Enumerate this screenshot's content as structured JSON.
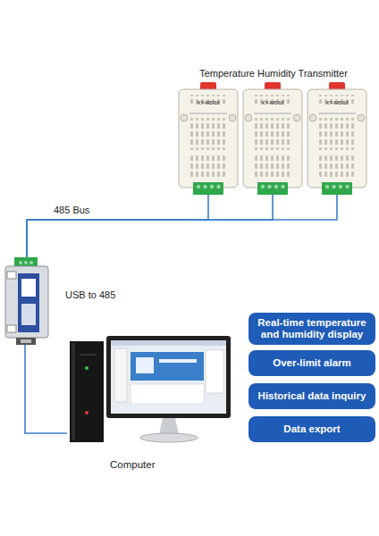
{
  "diagram": {
    "title": "Temperature Humidity Transmitter",
    "nodes": [
      {
        "text": [
          "XY-MD02"
        ]
      },
      {
        "text": [
          "XY-MD02"
        ]
      },
      {
        "text": [
          "XY-MD02"
        ]
      },
      {
        "text": [
          "USB to 485"
        ]
      },
      {
        "text": [
          "Computer"
        ]
      },
      {
        "text": [
          "Real-time temperature and humidity display"
        ]
      },
      {
        "text": [
          "Over-limit alarm"
        ]
      },
      {
        "text": [
          "Historical data inquiry"
        ]
      },
      {
        "text": [
          "Data export"
        ]
      }
    ],
    "edges": [
      {
        "from": 3,
        "to": 0,
        "label": "485 Bus",
        "arrow": "none"
      },
      {
        "from": 3,
        "to": 1,
        "arrow": "none"
      },
      {
        "from": 3,
        "to": 2,
        "arrow": "none"
      },
      {
        "from": 3,
        "to": 4,
        "arrow": "none"
      }
    ]
  }
}
